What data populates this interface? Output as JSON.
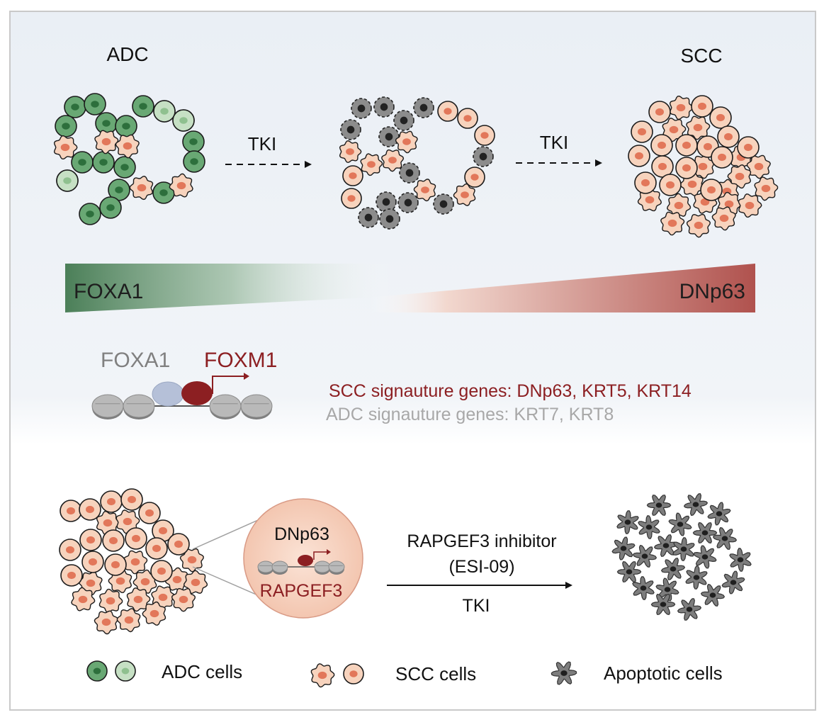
{
  "stage_top": {
    "left_label": "ADC",
    "right_label": "SCC",
    "arrow1_label": "TKI",
    "arrow2_label": "TKI"
  },
  "gradient": {
    "left_label": "FOXA1",
    "right_label": "DNp63",
    "left_color": "#4b7f58",
    "right_color": "#b0524e"
  },
  "chromatin": {
    "foxa1_label": "FOXA1",
    "foxm1_label": "FOXM1",
    "scc_genes": "SCC signauture genes: DNp63, KRT5, KRT14",
    "adc_genes": "ADC signauture genes: KRT7, KRT8"
  },
  "bottom": {
    "inset_top_label": "DNp63",
    "inset_bottom_label": "RAPGEF3",
    "inhibitor_line1": "RAPGEF3 inhibitor",
    "inhibitor_line2": "(ESI-09)",
    "tki_label": "TKI"
  },
  "legend": {
    "adc": "ADC cells",
    "scc": "SCC cells",
    "apoptotic": "Apoptotic cells"
  },
  "colors": {
    "adc_green": "#69a874",
    "adc_green_light": "#c6e0c4",
    "scc_peach": "#f7d3bd",
    "scc_nucleus": "#e2775a",
    "dark_red": "#8c1f22",
    "gray_text": "#a8a8a8",
    "apoptotic_gray": "#7d7d7d"
  }
}
